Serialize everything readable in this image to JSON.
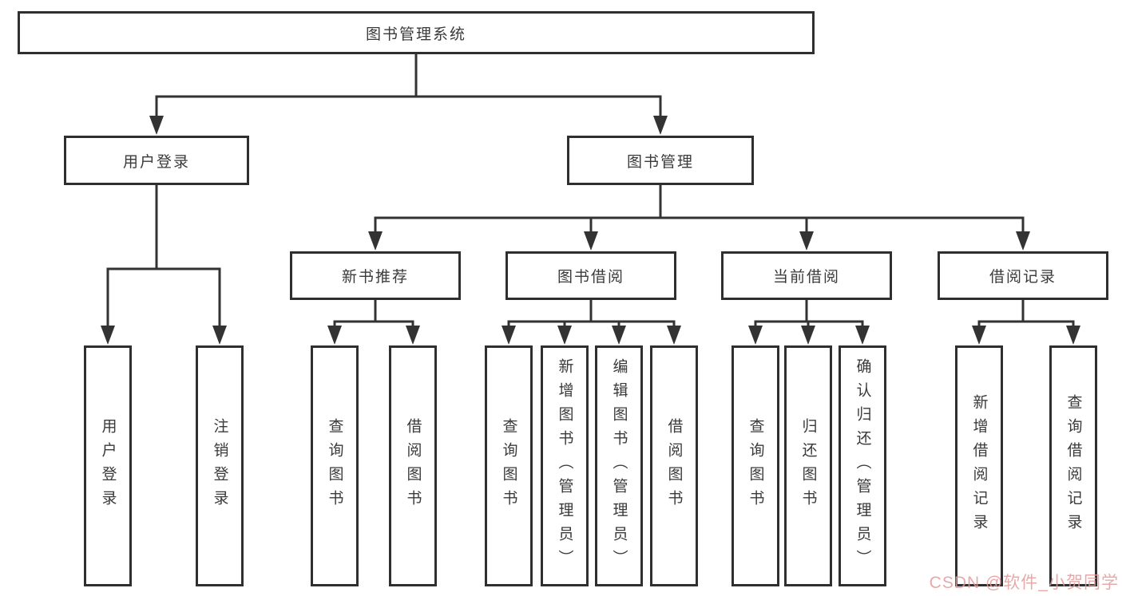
{
  "diagram": {
    "root": {
      "label": "图书管理系统"
    },
    "level2": [
      {
        "id": "user-login",
        "label": "用户登录"
      },
      {
        "id": "book-management",
        "label": "图书管理"
      }
    ],
    "level3": [
      {
        "id": "new-book-recommend",
        "label": "新书推荐",
        "parent": "图书管理"
      },
      {
        "id": "book-borrow",
        "label": "图书借阅",
        "parent": "图书管理"
      },
      {
        "id": "current-borrow",
        "label": "当前借阅",
        "parent": "图书管理"
      },
      {
        "id": "borrow-records",
        "label": "借阅记录",
        "parent": "图书管理"
      }
    ],
    "leaves": [
      {
        "label": "用户登录",
        "parent": "用户登录"
      },
      {
        "label": "注销登录",
        "parent": "用户登录"
      },
      {
        "label": "查询图书",
        "parent": "新书推荐"
      },
      {
        "label": "借阅图书",
        "parent": "新书推荐"
      },
      {
        "label": "查询图书",
        "parent": "图书借阅"
      },
      {
        "label": "新增图书（管理员）",
        "parent": "图书借阅"
      },
      {
        "label": "编辑图书（管理员）",
        "parent": "图书借阅"
      },
      {
        "label": "借阅图书",
        "parent": "图书借阅"
      },
      {
        "label": "查询图书",
        "parent": "当前借阅"
      },
      {
        "label": "归还图书",
        "parent": "当前借阅"
      },
      {
        "label": "确认归还（管理员）",
        "parent": "当前借阅"
      },
      {
        "label": "新增借阅记录",
        "parent": "借阅记录"
      },
      {
        "label": "查询借阅记录",
        "parent": "借阅记录"
      }
    ]
  },
  "watermark": {
    "text": "CSDN @软件_小贺同学",
    "color": "#e59a9a"
  },
  "colors": {
    "line": "#333333",
    "box_border": "#2f2f2f",
    "text": "#3a3a3a",
    "background": "#ffffff"
  }
}
